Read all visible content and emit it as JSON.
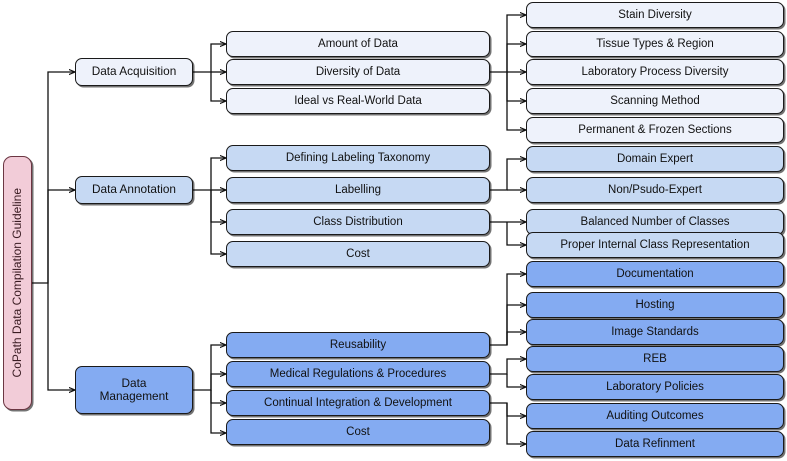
{
  "diagram": {
    "title": "CoPath Data Compilation Guideline",
    "type": "hierarchy-tree",
    "colors": {
      "root_fill": "#f2ccd8",
      "acquisition_fill": "#eef2fb",
      "annotation_fill": "#c6d9f3",
      "management_fill": "#84abf2",
      "border": "#1a1a1a"
    }
  },
  "root": {
    "label": "CoPath Data Compilation Guideline"
  },
  "branches": [
    {
      "id": "data-acquisition",
      "label": "Data Acquisition",
      "tint": "pale",
      "topics": [
        {
          "label": "Amount of Data",
          "leaves": []
        },
        {
          "label": "Diversity of Data",
          "leaves": [
            "Stain Diversity",
            "Tissue Types & Region",
            "Laboratory Process Diversity",
            "Scanning Method",
            "Permanent & Frozen Sections"
          ]
        },
        {
          "label": "Ideal vs Real-World Data",
          "leaves": []
        }
      ]
    },
    {
      "id": "data-annotation",
      "label": "Data Annotation",
      "tint": "mid",
      "topics": [
        {
          "label": "Defining Labeling Taxonomy",
          "leaves": []
        },
        {
          "label": "Labelling",
          "leaves": [
            "Domain Expert",
            "Non/Psudo-Expert"
          ]
        },
        {
          "label": "Class Distribution",
          "leaves": [
            "Balanced Number of Classes",
            "Proper Internal Class Representation"
          ]
        },
        {
          "label": "Cost",
          "leaves": []
        }
      ]
    },
    {
      "id": "data-management",
      "label": "Data\nManagement",
      "label_line1": "Data",
      "label_line2": "Management",
      "tint": "deep",
      "topics": [
        {
          "label": "Reusability",
          "leaves": [
            "Documentation",
            "Hosting",
            "Image Standards"
          ]
        },
        {
          "label": "Medical Regulations & Procedures",
          "leaves": [
            "REB",
            "Laboratory Policies"
          ]
        },
        {
          "label": "Continual Integration & Development",
          "leaves": [
            "Auditing Outcomes",
            "Data Refinment"
          ]
        },
        {
          "label": "Cost",
          "leaves": []
        }
      ]
    }
  ],
  "column2": {
    "acquisition": [
      "Amount of Data",
      "Diversity of Data",
      "Ideal vs Real-World Data"
    ],
    "annotation": [
      "Defining Labeling Taxonomy",
      "Labelling",
      "Class Distribution",
      "Cost"
    ],
    "management": [
      "Reusability",
      "Medical Regulations & Procedures",
      "Continual Integration & Development",
      "Cost"
    ]
  },
  "column3": {
    "acquisition": [
      "Stain Diversity",
      "Tissue Types & Region",
      "Laboratory Process Diversity",
      "Scanning Method",
      "Permanent & Frozen Sections"
    ],
    "annotation": [
      "Domain Expert",
      "Non/Psudo-Expert",
      "Balanced Number of Classes",
      "Proper Internal Class Representation"
    ],
    "management": [
      "Documentation",
      "Hosting",
      "Image Standards",
      "REB",
      "Laboratory Policies",
      "Auditing Outcomes",
      "Data Refinment"
    ]
  }
}
